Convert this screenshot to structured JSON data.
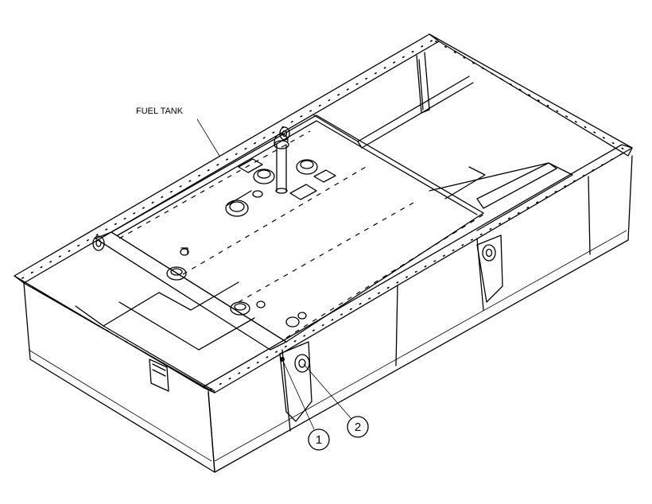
{
  "diagram": {
    "part_label": "FUEL TANK",
    "callouts": [
      {
        "id": "1",
        "text": "1"
      },
      {
        "id": "2",
        "text": "2"
      }
    ]
  }
}
